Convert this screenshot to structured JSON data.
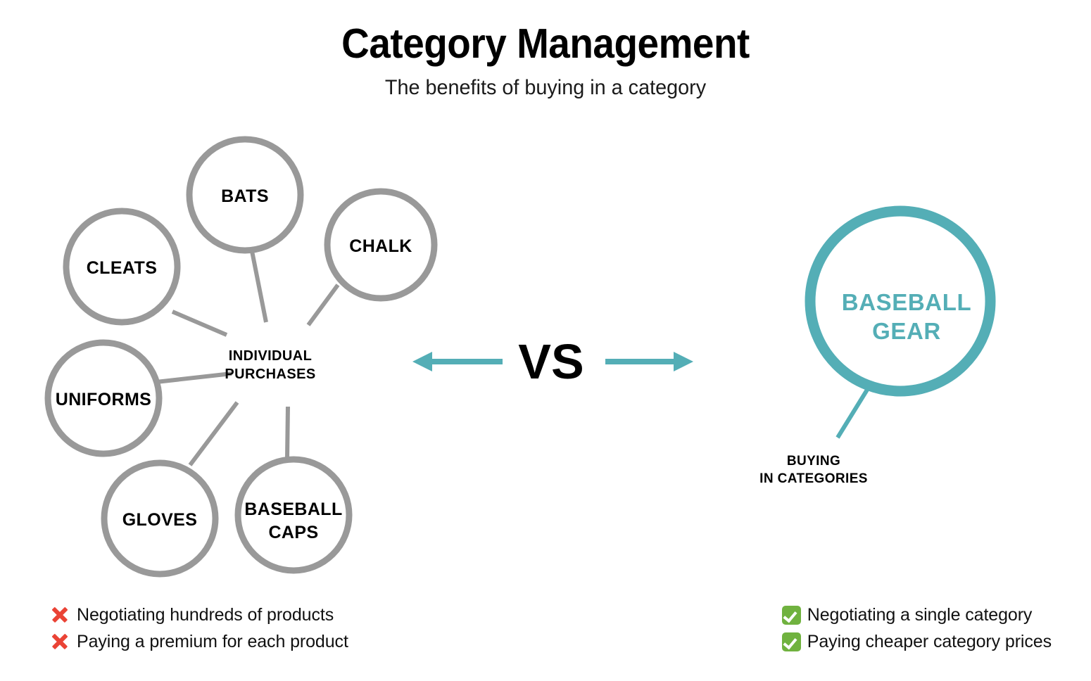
{
  "header": {
    "title": "Category Management",
    "subtitle": "The benefits of buying in a category"
  },
  "diagram": {
    "left": {
      "hub_label_line1": "INDIVIDUAL",
      "hub_label_line2": "PURCHASES",
      "nodes": [
        {
          "label": "CLEATS"
        },
        {
          "label": "BATS"
        },
        {
          "label": "CHALK"
        },
        {
          "label": "UNIFORMS"
        },
        {
          "label": "GLOVES"
        },
        {
          "label": "BASEBALL",
          "label2": "CAPS"
        }
      ]
    },
    "vs_label": "VS",
    "right": {
      "circle_label_line1": "BASEBALL",
      "circle_label_line2": "GEAR",
      "caption_line1": "BUYING",
      "caption_line2": "IN CATEGORIES"
    }
  },
  "bullets": {
    "left": [
      "Negotiating hundreds of products",
      "Paying a premium for each product"
    ],
    "right": [
      "Negotiating a single category",
      "Paying cheaper category prices"
    ]
  },
  "colors": {
    "teal": "#54AEB6",
    "gray": "#999999",
    "red": "#EA4335",
    "green": "#70B23F",
    "black": "#000000"
  },
  "chart_data": {
    "type": "diagram",
    "title": "Category Management",
    "subtitle": "The benefits of buying in a category",
    "comparison": "VS",
    "left_side": {
      "hub": "INDIVIDUAL PURCHASES",
      "items": [
        "CLEATS",
        "BATS",
        "CHALK",
        "UNIFORMS",
        "GLOVES",
        "BASEBALL CAPS"
      ],
      "drawbacks": [
        "Negotiating hundreds of products",
        "Paying a premium for each product"
      ]
    },
    "right_side": {
      "hub": "BASEBALL GEAR",
      "caption": "BUYING IN CATEGORIES",
      "benefits": [
        "Negotiating a single category",
        "Paying cheaper category prices"
      ]
    }
  }
}
